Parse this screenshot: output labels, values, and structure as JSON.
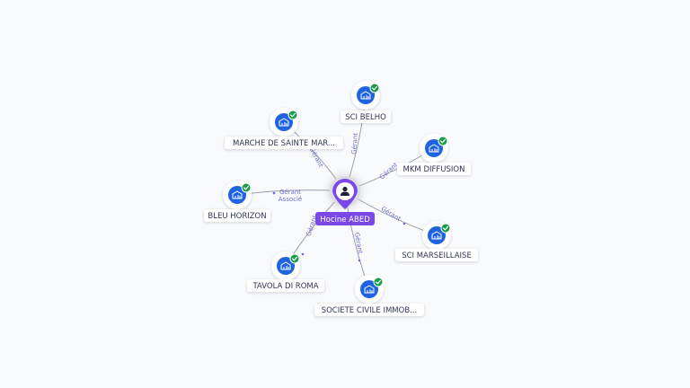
{
  "colors": {
    "background": "#f9fafc",
    "company_node": "#1f63e0",
    "person_node": "#7b48e8",
    "check_badge": "#1a9c4e",
    "edge": "#9aa0ad",
    "edge_label": "#6a6fc7"
  },
  "center": {
    "name": "Hocine ABED",
    "icon": "person-icon"
  },
  "companies": [
    {
      "id": "sci-belho",
      "name": "SCI BELHO",
      "relation": [
        "Gérant"
      ],
      "icon": "building-icon",
      "badge": "check-icon"
    },
    {
      "id": "marche-de-sainte-mar",
      "name": "MARCHE DE SAINTE MAR...",
      "relation": [
        "Gérant"
      ],
      "icon": "building-icon",
      "badge": "check-icon"
    },
    {
      "id": "mkm-diffusion",
      "name": "MKM DIFFUSION",
      "relation": [
        "Gérant"
      ],
      "icon": "building-icon",
      "badge": "check-icon"
    },
    {
      "id": "bleu-horizon",
      "name": "BLEU HORIZON",
      "relation": [
        "Gérant",
        "Associé"
      ],
      "icon": "building-icon",
      "badge": "check-icon"
    },
    {
      "id": "sci-marseillaise",
      "name": "SCI MARSEILLAISE",
      "relation": [
        "Gérant"
      ],
      "icon": "building-icon",
      "badge": "check-icon"
    },
    {
      "id": "tavola-di-roma",
      "name": "TAVOLA DI ROMA",
      "relation": [
        "Gérant"
      ],
      "icon": "building-icon",
      "badge": "check-icon"
    },
    {
      "id": "societe-civile-immob",
      "name": "SOCIETE CIVILE IMMOB...",
      "relation": [
        "Gérant"
      ],
      "icon": "building-icon",
      "badge": "check-icon"
    }
  ]
}
